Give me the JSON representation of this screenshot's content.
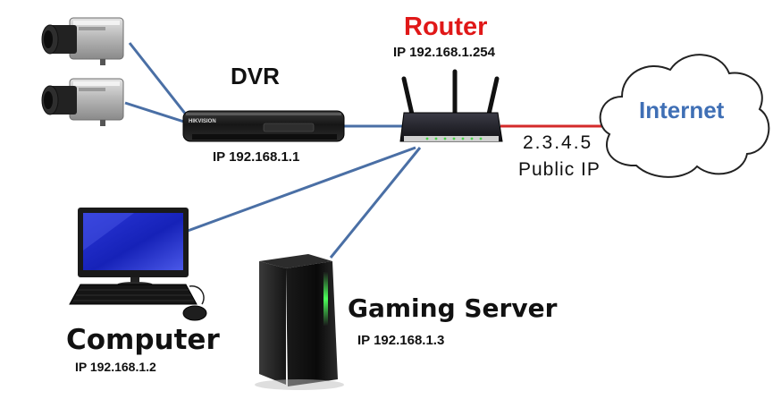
{
  "dvr": {
    "name": "DVR",
    "ip": "IP 192.168.1.1",
    "brand": "HIKVISION"
  },
  "router": {
    "name": "Router",
    "ip": "IP 192.168.1.254"
  },
  "wan": {
    "ip": "2.3.4.5",
    "label": "Public IP"
  },
  "internet": {
    "label": "Internet"
  },
  "computer": {
    "name": "Computer",
    "ip": "IP 192.168.1.2"
  },
  "gaming_server": {
    "name": "Gaming Server",
    "ip": "IP  192.168.1.3"
  },
  "colors": {
    "lan_link": "#4a6fa5",
    "wan_link": "#d42a2a",
    "router_label": "#e01818",
    "internet_label": "#3f6fb5",
    "cloud_outline": "#222222",
    "server_led": "#4cff5a"
  },
  "icons": {
    "camera_1": "cctv-camera-icon",
    "camera_2": "cctv-camera-icon",
    "dvr": "dvr-icon",
    "router": "wireless-router-icon",
    "internet": "cloud-icon",
    "computer": "desktop-computer-icon",
    "server": "tower-server-icon"
  }
}
